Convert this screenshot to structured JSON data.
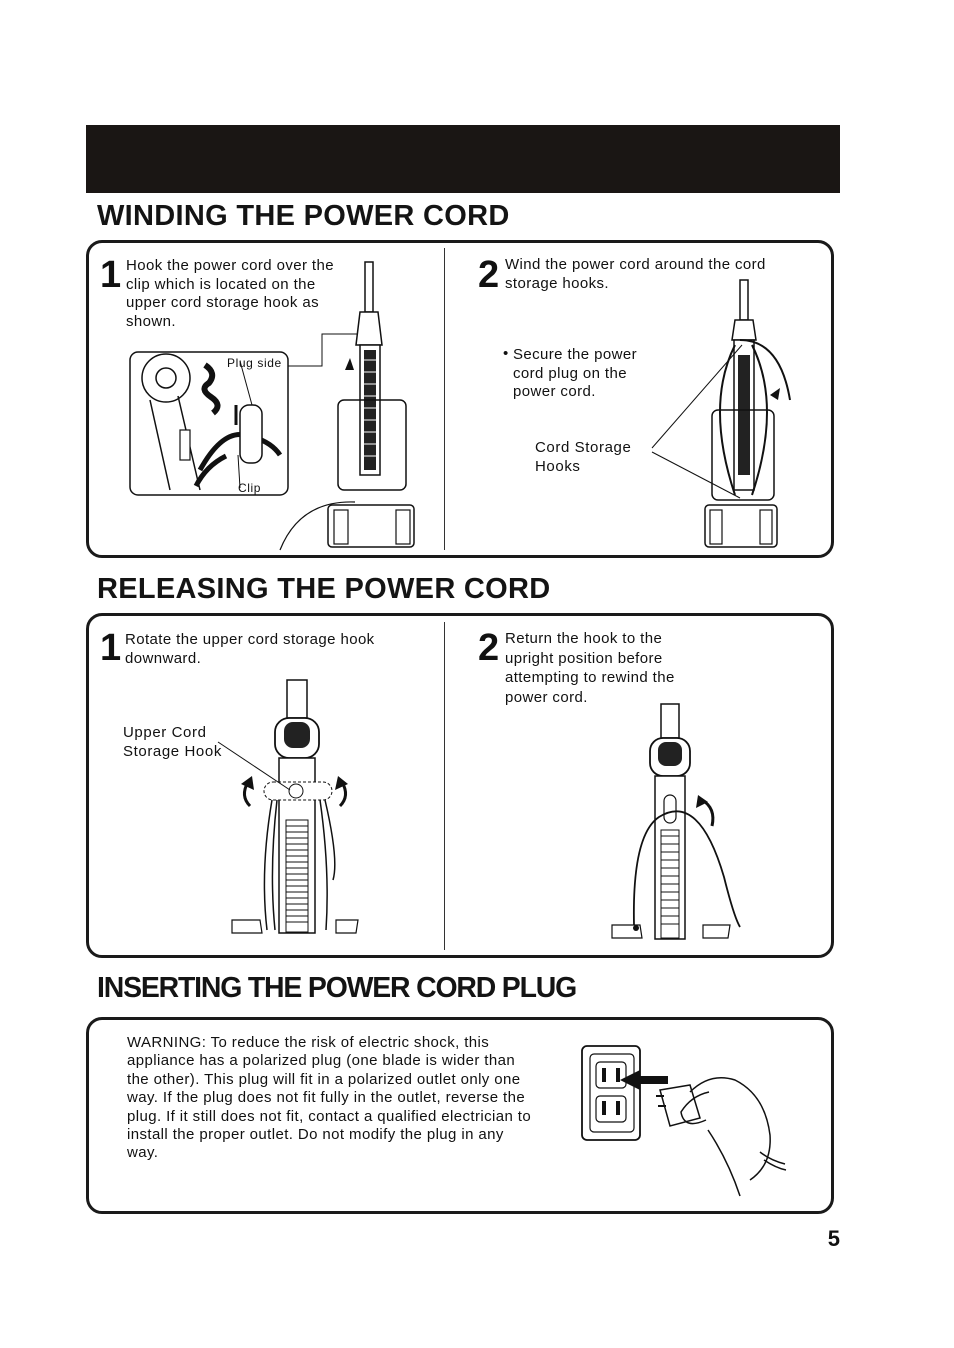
{
  "sections": {
    "winding": {
      "title": "WINDING THE POWER CORD",
      "step1": {
        "number": "1",
        "text": "Hook the  power cord over the clip which is located on the upper  cord storage hook as shown.",
        "label_plug_side": "Plug side",
        "label_clip": "Clip"
      },
      "step2": {
        "number": "2",
        "text": "Wind the power cord around the cord storage hooks.",
        "bullet": "Secure  the  power cord plug on the power cord.",
        "label_hooks": "Cord  Storage Hooks"
      }
    },
    "releasing": {
      "title": "RELEASING THE POWER CORD",
      "step1": {
        "number": "1",
        "text": "Rotate the upper cord  storage  hook downward.",
        "label_hook": "Upper Cord Storage Hook"
      },
      "step2": {
        "number": "2",
        "text": "Return the hook to the upright position before attempting to rewind the power cord."
      }
    },
    "inserting": {
      "title": "INSERTING THE POWER CORD PLUG",
      "warning": "WARNING: To reduce the risk of electric shock, this appliance has a polarized plug (one blade is wider than the other). This plug will fit in a polarized outlet only one way.  If the plug does not fit fully in the outlet, reverse the plug. If it still does not fit, contact a qualified electrician to install the proper outlet. Do not modify the plug in any way."
    }
  },
  "page_number": "5"
}
